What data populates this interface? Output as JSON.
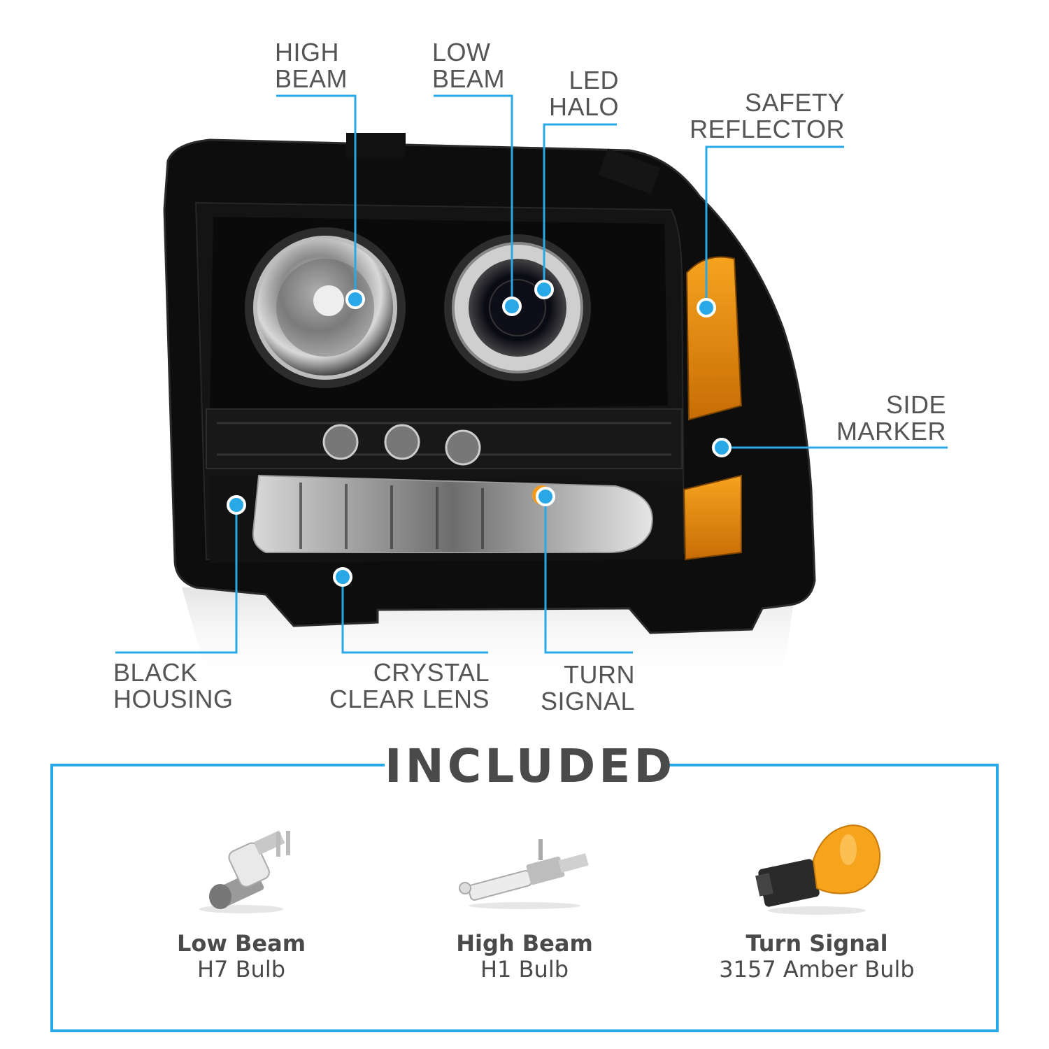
{
  "callouts": {
    "high_beam": [
      "HIGH",
      "BEAM"
    ],
    "low_beam": [
      "LOW",
      "BEAM"
    ],
    "led_halo": [
      "LED",
      "HALO"
    ],
    "safety_reflector": [
      "SAFETY",
      "REFLECTOR"
    ],
    "side_marker": [
      "SIDE",
      "MARKER"
    ],
    "black_housing": [
      "BLACK",
      "HOUSING"
    ],
    "crystal_clear_lens": [
      "CRYSTAL",
      "CLEAR LENS"
    ],
    "turn_signal": [
      "TURN",
      "SIGNAL"
    ]
  },
  "included": {
    "title": "INCLUDED",
    "items": [
      {
        "name": "Low Beam",
        "spec": "H7 Bulb",
        "icon": "h7-bulb-icon"
      },
      {
        "name": "High Beam",
        "spec": "H1 Bulb",
        "icon": "h1-bulb-icon"
      },
      {
        "name": "Turn Signal",
        "spec": "3157 Amber Bulb",
        "icon": "3157-amber-bulb-icon"
      }
    ]
  },
  "colors": {
    "accent": "#29a8e8",
    "text": "#555555",
    "housing": "#111111",
    "amber": "#e8900a"
  }
}
